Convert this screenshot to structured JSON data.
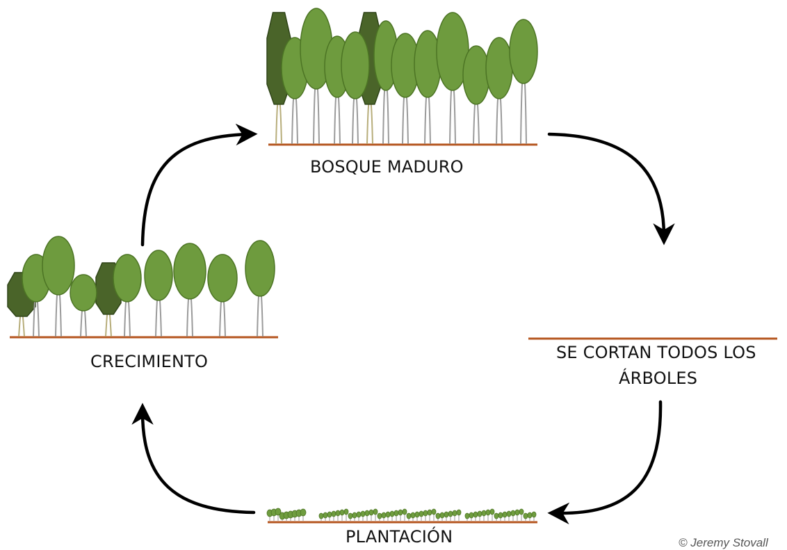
{
  "stages": {
    "mature": "BOSQUE MADURO",
    "cut_line1": "SE CORTAN TODOS LOS",
    "cut_line2": "ÁRBOLES",
    "plantation": "PLANTACIÓN",
    "growth": "CRECIMIENTO"
  },
  "credit": "© Jeremy Stovall",
  "colors": {
    "ground": "#b5561f",
    "broadleaf_fill": "#6e9b3e",
    "broadleaf_stroke": "#4c7424",
    "conifer_fill": "#4a6429",
    "conifer_stroke": "#2f4418",
    "trunk": "#9a9a9a",
    "conifer_trunk": "#b7ad7a",
    "seedling": "#6f9d3f",
    "arrow": "#000000"
  }
}
